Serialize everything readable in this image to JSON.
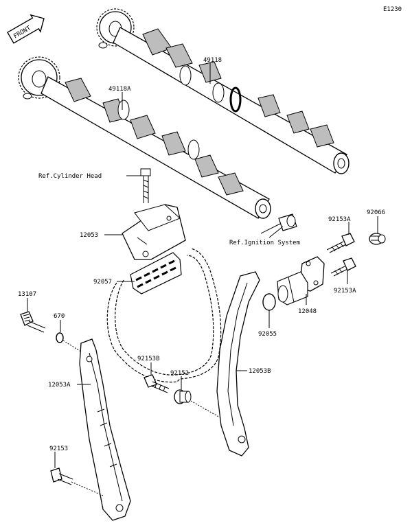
{
  "figure_code": "E1230",
  "front_badge": "FRONT",
  "labels": {
    "p49118": "49118",
    "p49118A": "49118A",
    "ref_cylinder_head": "Ref.Cylinder Head",
    "p12053": "12053",
    "ref_ignition_system": "Ref.Ignition System",
    "p92153A_top": "92153A",
    "p92066": "92066",
    "p92057": "92057",
    "p92153A_bottom": "92153A",
    "p13107": "13107",
    "p12048": "12048",
    "p670": "670",
    "p92055": "92055",
    "p12053A": "12053A",
    "p92153B": "92153B",
    "p92152": "92152",
    "p12053B": "12053B",
    "p92153": "92153"
  }
}
